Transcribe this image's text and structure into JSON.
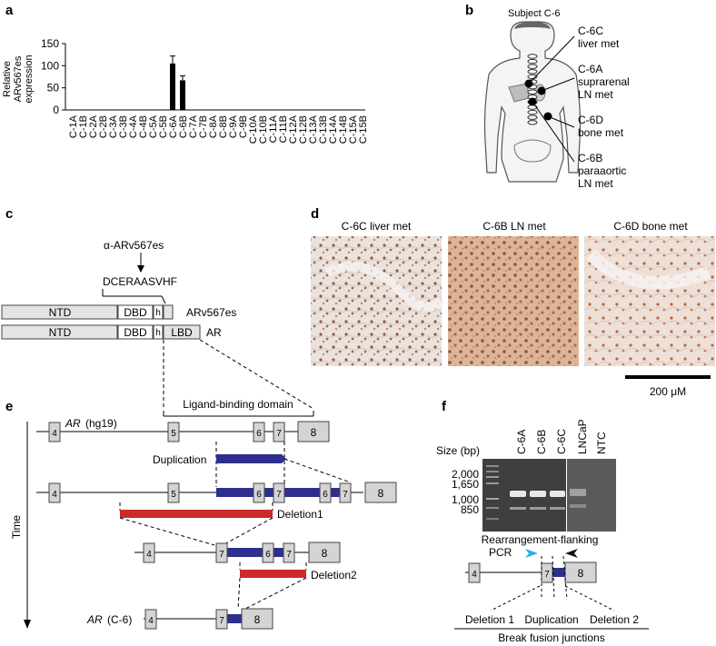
{
  "panels": {
    "a": "a",
    "b": "b",
    "c": "c",
    "d": "d",
    "e": "e",
    "f": "f"
  },
  "a": {
    "ylabel_line1": "Relative",
    "ylabel_line2": "ARv567es",
    "ylabel_line3": "expression"
  },
  "chart_data": {
    "type": "bar",
    "categories": [
      "C-1A",
      "C-1B",
      "C-2A",
      "C-2B",
      "C-3A",
      "C-3B",
      "C-4A",
      "C-4B",
      "C-5A",
      "C-5B",
      "C-6A",
      "C-6B",
      "C-7A",
      "C-7B",
      "C-8A",
      "C-8B",
      "C-9A",
      "C-9B",
      "C-10A",
      "C-10B",
      "C-11A",
      "C-11B",
      "C-12A",
      "C-12B",
      "C-13A",
      "C-13B",
      "C-14A",
      "C-14B",
      "C-15A",
      "C-15B"
    ],
    "values": [
      0,
      0,
      0,
      0,
      0,
      0,
      0,
      0,
      0,
      0,
      105,
      67,
      0,
      0,
      0,
      0,
      0,
      0,
      0,
      0,
      0,
      0,
      0,
      0,
      0,
      0,
      0,
      0,
      0,
      0
    ],
    "errors": [
      0,
      0,
      0,
      0,
      0,
      0,
      0,
      0,
      0,
      0,
      17,
      10,
      0,
      0,
      0,
      0,
      0,
      0,
      0,
      0,
      0,
      0,
      0,
      0,
      0,
      0,
      0,
      0,
      0,
      0
    ],
    "yticks": [
      0,
      50,
      100,
      150
    ],
    "ylim": [
      0,
      150
    ],
    "ylabel": "Relative ARv567es expression",
    "xlabel": "",
    "title": ""
  },
  "b": {
    "subject": "Subject C-6",
    "labels": [
      {
        "l1": "C-6C",
        "l2": "liver met",
        "l3": ""
      },
      {
        "l1": "C-6A",
        "l2": "suprarenal",
        "l3": "LN met"
      },
      {
        "l1": "C-6D",
        "l2": "bone met",
        "l3": ""
      },
      {
        "l1": "C-6B",
        "l2": "paraaortic",
        "l3": "LN met"
      }
    ]
  },
  "c": {
    "antibody": "α-ARv567es",
    "peptide": "DCERAASVHF",
    "rows": [
      {
        "ntd": "NTD",
        "dbd": "DBD",
        "h": "h",
        "name": "ARv567es"
      },
      {
        "ntd": "NTD",
        "dbd": "DBD",
        "h": "h",
        "lbd": "LBD",
        "name": "AR"
      }
    ]
  },
  "d": {
    "titles": [
      "C-6C liver met",
      "C-6B LN met",
      "C-6D bone met"
    ],
    "scale": "200 μM"
  },
  "e": {
    "lbd_label": "Ligand-binding domain",
    "gene": "AR",
    "build": "(hg19)",
    "final_gene": "AR",
    "final_id": "(C-6)",
    "duplication": "Duplication",
    "deletion1": "Deletion1",
    "deletion2": "Deletion2",
    "time": "Time",
    "exons": {
      "e4": "4",
      "e5": "5",
      "e6": "6",
      "e7": "7",
      "e8": "8"
    }
  },
  "f": {
    "size_label": "Size (bp)",
    "sizes": [
      "2,000",
      "1,650",
      "1,000",
      "850"
    ],
    "lanes": [
      "C-6A",
      "C-6B",
      "C-6C",
      "LNCaP",
      "NTC"
    ],
    "pcr_line1": "Rearrangement-flanking",
    "pcr_line2": "PCR",
    "junctions": [
      "Deletion 1",
      "Duplication",
      "Deletion 2"
    ],
    "break_label": "Break fusion junctions",
    "exons": {
      "e4": "4",
      "e7": "7",
      "e8": "8"
    }
  }
}
